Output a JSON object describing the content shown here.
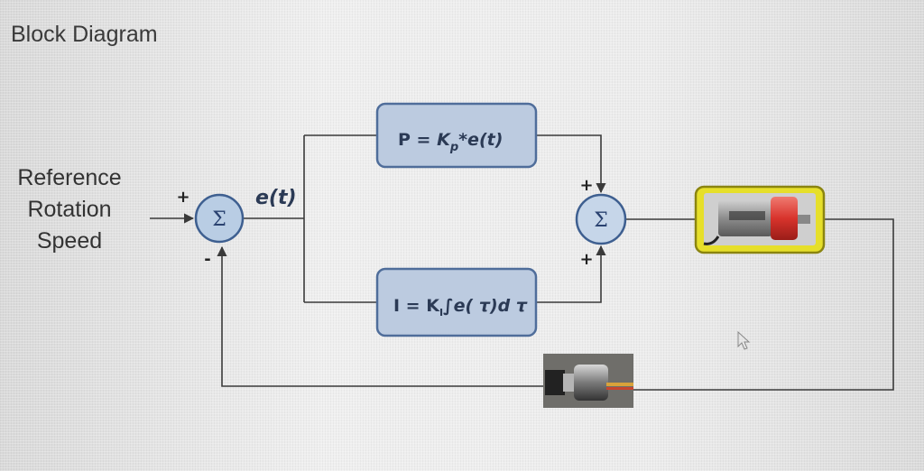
{
  "title": "Block Diagram",
  "reference": {
    "line1": "Reference",
    "line2": "Rotation",
    "line3": "Speed"
  },
  "error_label": "e(t)",
  "summing_junction_1": {
    "symbol": "Σ",
    "plus_sign": "+",
    "minus_sign": "-"
  },
  "summing_junction_2": {
    "symbol": "Σ",
    "top_sign": "+",
    "bottom_sign": "+"
  },
  "proportional_block": {
    "lhs": "P = ",
    "k": "K",
    "k_sub": "p",
    "rhs": "*e(t)"
  },
  "integral_block": {
    "lhs": "I = ",
    "k": "K",
    "k_sub": "I",
    "rhs": "∫e( τ)d τ"
  },
  "motor_image": "dc-motor-photo",
  "sensor_image": "rotary-encoder-photo",
  "colors": {
    "block_fill": "#bccbe0",
    "block_stroke": "#4f6d9a",
    "motor_border": "#e6df2a",
    "motor_body": "#9a9a9a",
    "motor_cap": "#d8332c",
    "line": "#3a3a3a"
  }
}
